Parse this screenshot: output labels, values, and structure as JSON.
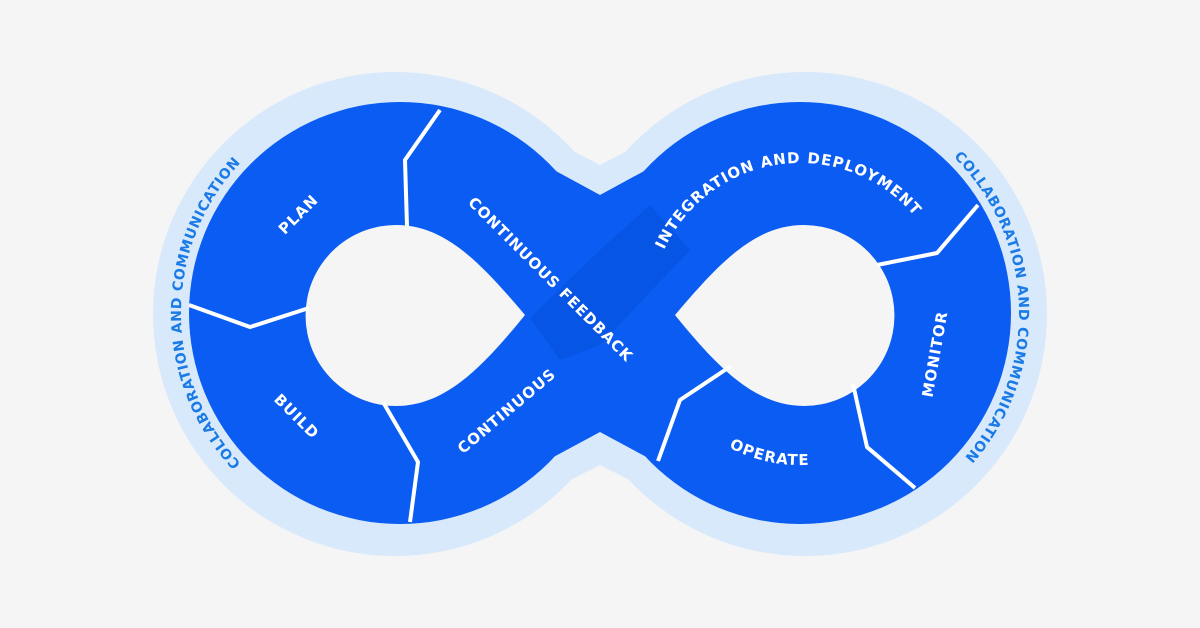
{
  "diagram": {
    "type": "devops-infinity-loop",
    "colors": {
      "background": "#f5f5f5",
      "halo": "#d8e9fc",
      "loop": "#0b5cf2",
      "loop_shade": "#0650d8",
      "divider": "#ffffff",
      "ring_text": "#1a7ae6"
    },
    "outer_labels": {
      "left": "COLLABORATION AND COMMUNICATION",
      "right": "COLLABORATION AND COMMUNICATION"
    },
    "stages": {
      "plan": "PLAN",
      "build": "BUILD",
      "continuous": "CONTINUOUS",
      "continuous_feedback": "CONTINUOUS FEEDBACK",
      "integration_deployment": "INTEGRATION AND DEPLOYMENT",
      "monitor": "MONITOR",
      "operate": "OPERATE"
    }
  }
}
